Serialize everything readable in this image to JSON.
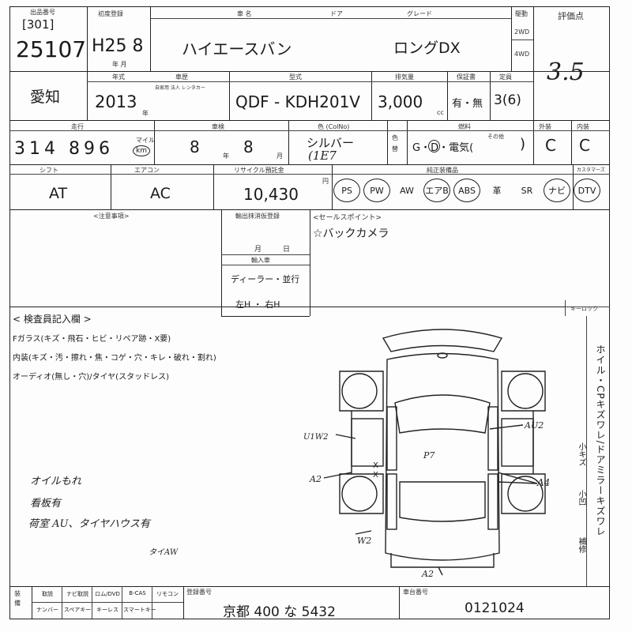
{
  "header": {
    "lot_label": "出品番号",
    "code": "[301]",
    "lot_number": "25107",
    "first_reg_label": "初度登録",
    "first_reg": "H25 8",
    "first_reg_unit": "年 月",
    "model_label": "車 名",
    "door_label": "ドア",
    "model": "ハイエースバン",
    "grade_label": "グレード",
    "grade": "ロングDX",
    "drive_label": "駆動",
    "drive_2wd": "2WD",
    "drive_4wd": "4WD",
    "score_label": "評価点",
    "score": "3.5"
  },
  "row2": {
    "region": "愛知",
    "year_label": "年式",
    "year": "2013",
    "year_unit": "年",
    "reg_label": "車歴",
    "reg_options": "自家用 法人 レンタカー",
    "type_label": "型式",
    "type": "QDF - KDH201V",
    "cc_label": "排気量",
    "cc": "3,000",
    "cc_unit": "cc",
    "cert_label": "保証書",
    "cert": "有・無",
    "capacity_label": "定員",
    "capacity": "3(6)"
  },
  "row3": {
    "mileage_label": "走行",
    "mileage": "314 896",
    "mileage_unit_mile": "マイル",
    "mileage_unit_km": "km",
    "inspection_label": "車検",
    "inspection_month": "8",
    "inspection_day": "8",
    "inspection_y": "年",
    "inspection_m": "月",
    "color_label": "色 (ColNo)",
    "color": "シルバー",
    "color_code": "(1E7",
    "color_change_label": "色替",
    "fuel_label": "燃料",
    "fuel": "G・D・電気(",
    "fuel_other": "その他",
    "ext_label": "外装",
    "ext": "C",
    "int_label": "内装",
    "int": "C"
  },
  "row4": {
    "shift_label": "シフト",
    "shift": "AT",
    "ac_label": "エアコン",
    "ac": "AC",
    "recycle_label": "リサイクル預託金",
    "recycle": "10,430",
    "recycle_unit": "円",
    "equip_label": "純正装備品",
    "options": [
      "PS",
      "PW",
      "AW",
      "エアB",
      "ABS",
      "革",
      "SR",
      "ナビ",
      "DTV"
    ],
    "options_circled": [
      "PS",
      "PW",
      "エアB",
      "ABS",
      "ナビ",
      "DTV"
    ],
    "mod_label": "カスタマーズ"
  },
  "notes": {
    "notes_label": "<注意事項>",
    "recall_label": "輸出抹消仮登録",
    "recall_month": "月",
    "recall_day": "日",
    "import_label": "輸入車",
    "import_value": "ディーラー・並行",
    "hand_drive": "左H ・ 右H",
    "sales_label": "<セールスポイント>",
    "sales_point": "☆バックカメラ",
    "keylock_label": "キーロック"
  },
  "inspection": {
    "title": "< 検査員記入欄 >",
    "glass": "Fガラス(キズ・飛石・ヒビ・リペア跡・X要)",
    "interior": "内装(キズ・汚・擦れ・焦・コゲ・穴・キレ・破れ・割れ)",
    "audio": "オーディオ(無し・穴)/タイヤ(スタッドレス)",
    "side_text": "ホイル・CPキズワレ/ドアミラーキズワレ",
    "side_small": [
      "小キズ",
      "小凹",
      "補修"
    ],
    "marks": {
      "u1w2": "U1W2",
      "a2_left": "A2",
      "xx1": "X",
      "xx2": "X",
      "p7": "P7",
      "au2": "AU2",
      "a4": "A4",
      "w2": "W2",
      "a2_bottom": "A2"
    },
    "handwritten_notes": [
      "オイルもれ",
      "看板有",
      "荷室 AU、タイヤハウス有",
      "タイAW"
    ]
  },
  "footer": {
    "equip_label": "装備",
    "row1": [
      "取説",
      "ナビ取説",
      "ロム/DVD",
      "B-CAS",
      "リモコン"
    ],
    "row2": [
      "ナンバー",
      "スペアキー",
      "キーレス",
      "スマートキー"
    ],
    "plate_label": "登録番号",
    "plate": "京都 400 な 5432",
    "chassis_label": "車台番号",
    "chassis": "0121024"
  }
}
